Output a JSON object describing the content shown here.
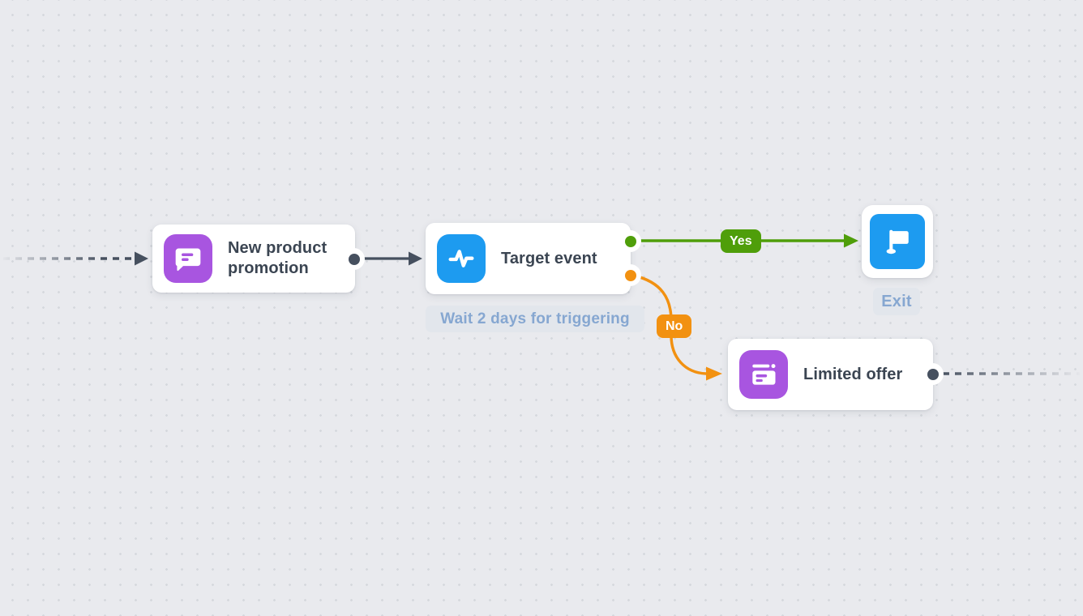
{
  "canvas": {
    "background_color": "#e9eaee",
    "grid_dot_color": "#d5d8dd",
    "type": "automation-flow-editor"
  },
  "palette": {
    "purple": "#a855e0",
    "blue": "#1d9bf0",
    "green": "#4f9e0a",
    "orange": "#f29111",
    "slate": "#46505f",
    "node_label_text": "#3b4552",
    "note_text": "#86a7d1",
    "note_background": "#e2e6ec",
    "node_background": "#ffffff"
  },
  "nodes": {
    "promotion": {
      "label": "New product promotion",
      "icon": "chat-message-icon",
      "icon_color": "#a855e0"
    },
    "target": {
      "label": "Target event",
      "icon": "pulse-icon",
      "icon_color": "#1d9bf0",
      "note": "Wait 2 days for triggering"
    },
    "exit": {
      "label": "Exit",
      "icon": "flag-icon",
      "icon_color": "#1d9bf0"
    },
    "offer": {
      "label": "Limited offer",
      "icon": "promo-card-icon",
      "icon_color": "#a855e0"
    }
  },
  "edges": {
    "entry": {
      "from": "canvas-left",
      "to": "promotion",
      "style": "dashed-fade",
      "color": "#46505f"
    },
    "promotion_to_target": {
      "from": "promotion",
      "to": "target",
      "style": "solid",
      "color": "#46505f"
    },
    "yes": {
      "label": "Yes",
      "from": "target",
      "to": "exit",
      "color": "#4f9e0a"
    },
    "no": {
      "label": "No",
      "from": "target",
      "to": "offer",
      "color": "#f29111"
    },
    "offer_out": {
      "from": "offer",
      "to": "canvas-right",
      "style": "dashed-fade",
      "color": "#46505f"
    }
  }
}
